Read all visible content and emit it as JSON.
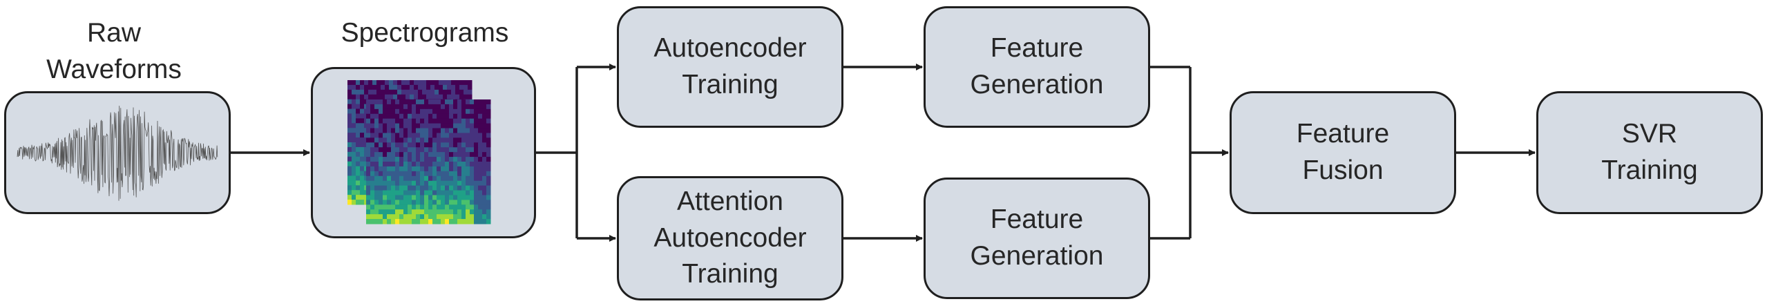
{
  "labels": {
    "raw_waveforms": [
      "Raw",
      "Waveforms"
    ],
    "spectrograms": [
      "Spectrograms"
    ]
  },
  "boxes": {
    "autoencoder_training": [
      "Autoencoder",
      "Training"
    ],
    "feature_generation_top": [
      "Feature",
      "Generation"
    ],
    "attention_autoencoder_training": [
      "Attention",
      "Autoencoder",
      "Training"
    ],
    "feature_generation_bottom": [
      "Feature",
      "Generation"
    ],
    "feature_fusion": [
      "Feature",
      "Fusion"
    ],
    "svr_training": [
      "SVR",
      "Training"
    ]
  },
  "colors": {
    "box_fill": "#d6dce4",
    "box_stroke": "#1f1f1f",
    "arrow": "#1f1f1f",
    "text": "#262626"
  },
  "icons": [
    "waveform-icon",
    "spectrogram-icon"
  ]
}
